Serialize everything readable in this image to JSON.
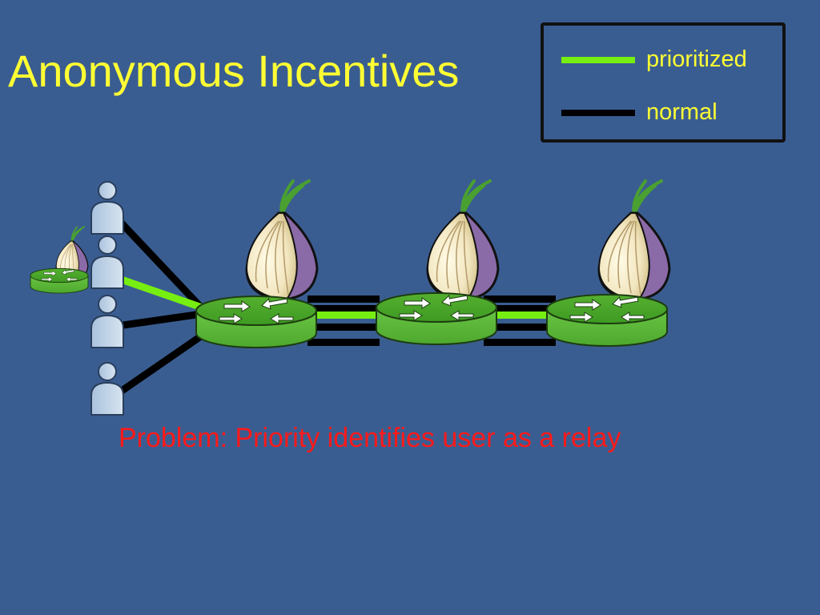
{
  "slide": {
    "title": "Anonymous Incentives",
    "problem_text": "Problem: Priority identifies user as a relay"
  },
  "legend": {
    "items": [
      {
        "label": "prioritized",
        "color": "#77ee11"
      },
      {
        "label": "normal",
        "color": "#000000"
      }
    ]
  },
  "colors": {
    "background": "#3a5d91",
    "title": "#ffff33",
    "problem": "#ff1a1a",
    "router_green": "#5fbf3a",
    "onion_purple": "#8b6aa8"
  },
  "diagram": {
    "users": [
      {
        "id": "user-1",
        "connection": "normal"
      },
      {
        "id": "user-2",
        "connection": "prioritized",
        "is_relay": true
      },
      {
        "id": "user-3",
        "connection": "normal"
      },
      {
        "id": "user-4",
        "connection": "normal"
      }
    ],
    "relays": [
      {
        "id": "relay-1",
        "icon": "tor-onion-icon"
      },
      {
        "id": "relay-2",
        "icon": "tor-onion-icon"
      },
      {
        "id": "relay-3",
        "icon": "tor-onion-icon"
      }
    ],
    "links": [
      {
        "from": "relay-1",
        "to": "relay-2",
        "type": "prioritized"
      },
      {
        "from": "relay-2",
        "to": "relay-3",
        "type": "prioritized"
      }
    ]
  }
}
